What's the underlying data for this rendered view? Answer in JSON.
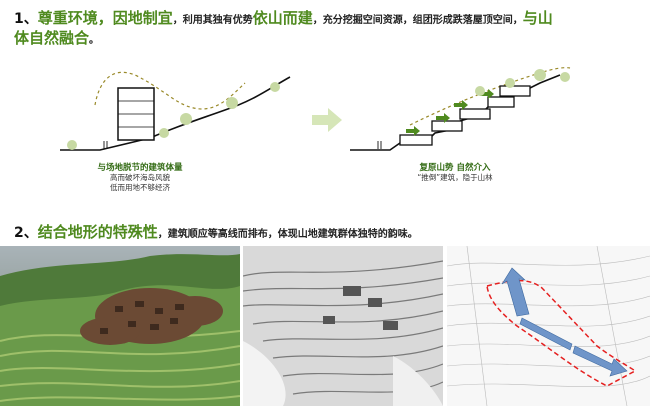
{
  "section1": {
    "num": "1、",
    "h1": "尊重环境，因地制宜",
    "t1": "，利用其独有优势",
    "h2": "依山而建",
    "t2": "，充分挖掘空间资源，组团形成跌落屋顶空间，",
    "h3": "与山",
    "h4": "体自然融合",
    "t3": "。"
  },
  "diagram_left": {
    "title": "与场地脱节的建筑体量",
    "line1": "高而破坏海岛风貌",
    "line2": "低而用地不够经济"
  },
  "diagram_right": {
    "title": "复原山势 自然介入",
    "line1": "“推倒”建筑，隐于山林"
  },
  "section2": {
    "num": "2、",
    "h1": "结合地形的特殊性",
    "t1": "，建筑顺应等高线而排布，体现山地建筑群体独特的韵味。"
  },
  "colors": {
    "accent_green": "#4f8a1f",
    "caption_green": "#336b14",
    "arrow_blue": "#6f95c9",
    "site_red": "#e52020"
  }
}
